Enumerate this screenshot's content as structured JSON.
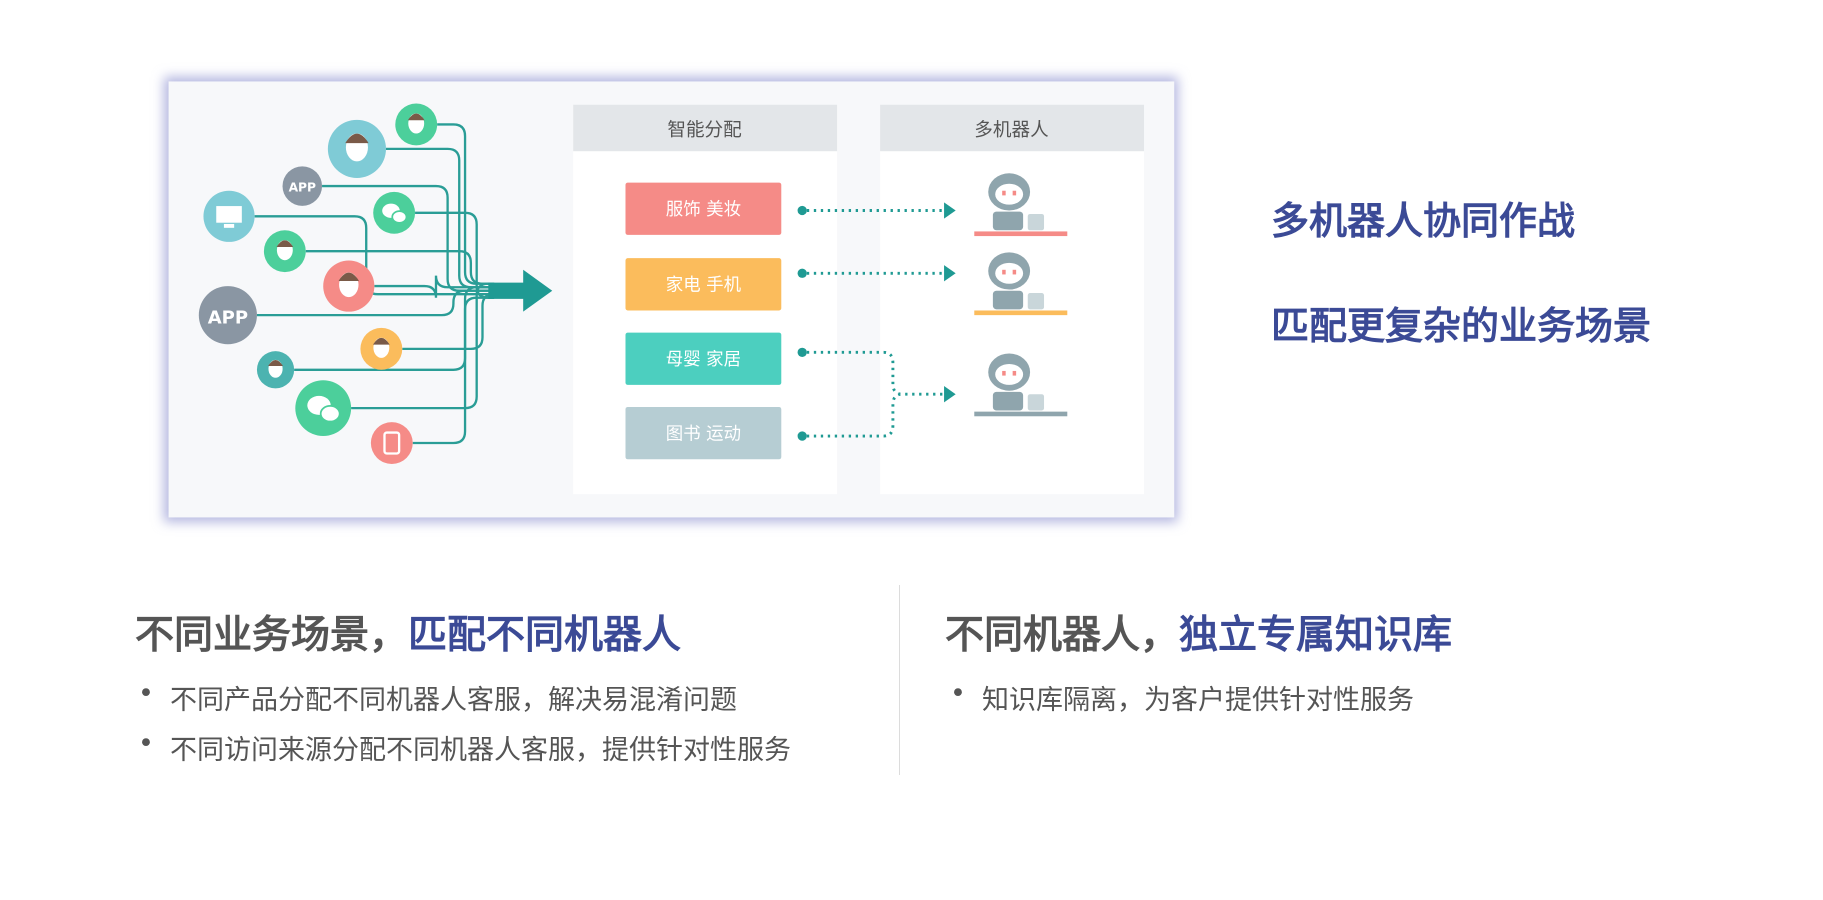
{
  "diagram": {
    "column_allocation_title": "智能分配",
    "column_robots_title": "多机器人",
    "app_label": "APP",
    "categories": [
      {
        "label": "服饰 美妆",
        "color": "#f58b87"
      },
      {
        "label": "家电 手机",
        "color": "#fbbc5c"
      },
      {
        "label": "母婴 家居",
        "color": "#4ccfbf"
      },
      {
        "label": "图书 运动",
        "color": "#b6cdd3"
      }
    ],
    "robot_base_colors": [
      "#f58b87",
      "#fbbc5c",
      "#8fa5ad"
    ],
    "line_color": "#2a9d96"
  },
  "side": {
    "title1": "多机器人协同作战",
    "title2": "匹配更复杂的业务场景"
  },
  "left_col": {
    "heading_gray": "不同业务场景，",
    "heading_blue": "匹配不同机器人",
    "bullets": [
      "不同产品分配不同机器人客服，解决易混淆问题",
      "不同访问来源分配不同机器人客服，提供针对性服务"
    ]
  },
  "right_col": {
    "heading_gray": "不同机器人，",
    "heading_blue": "独立专属知识库",
    "bullets": [
      "知识库隔离，为客户提供针对性服务"
    ]
  },
  "bullet_symbol": "•"
}
